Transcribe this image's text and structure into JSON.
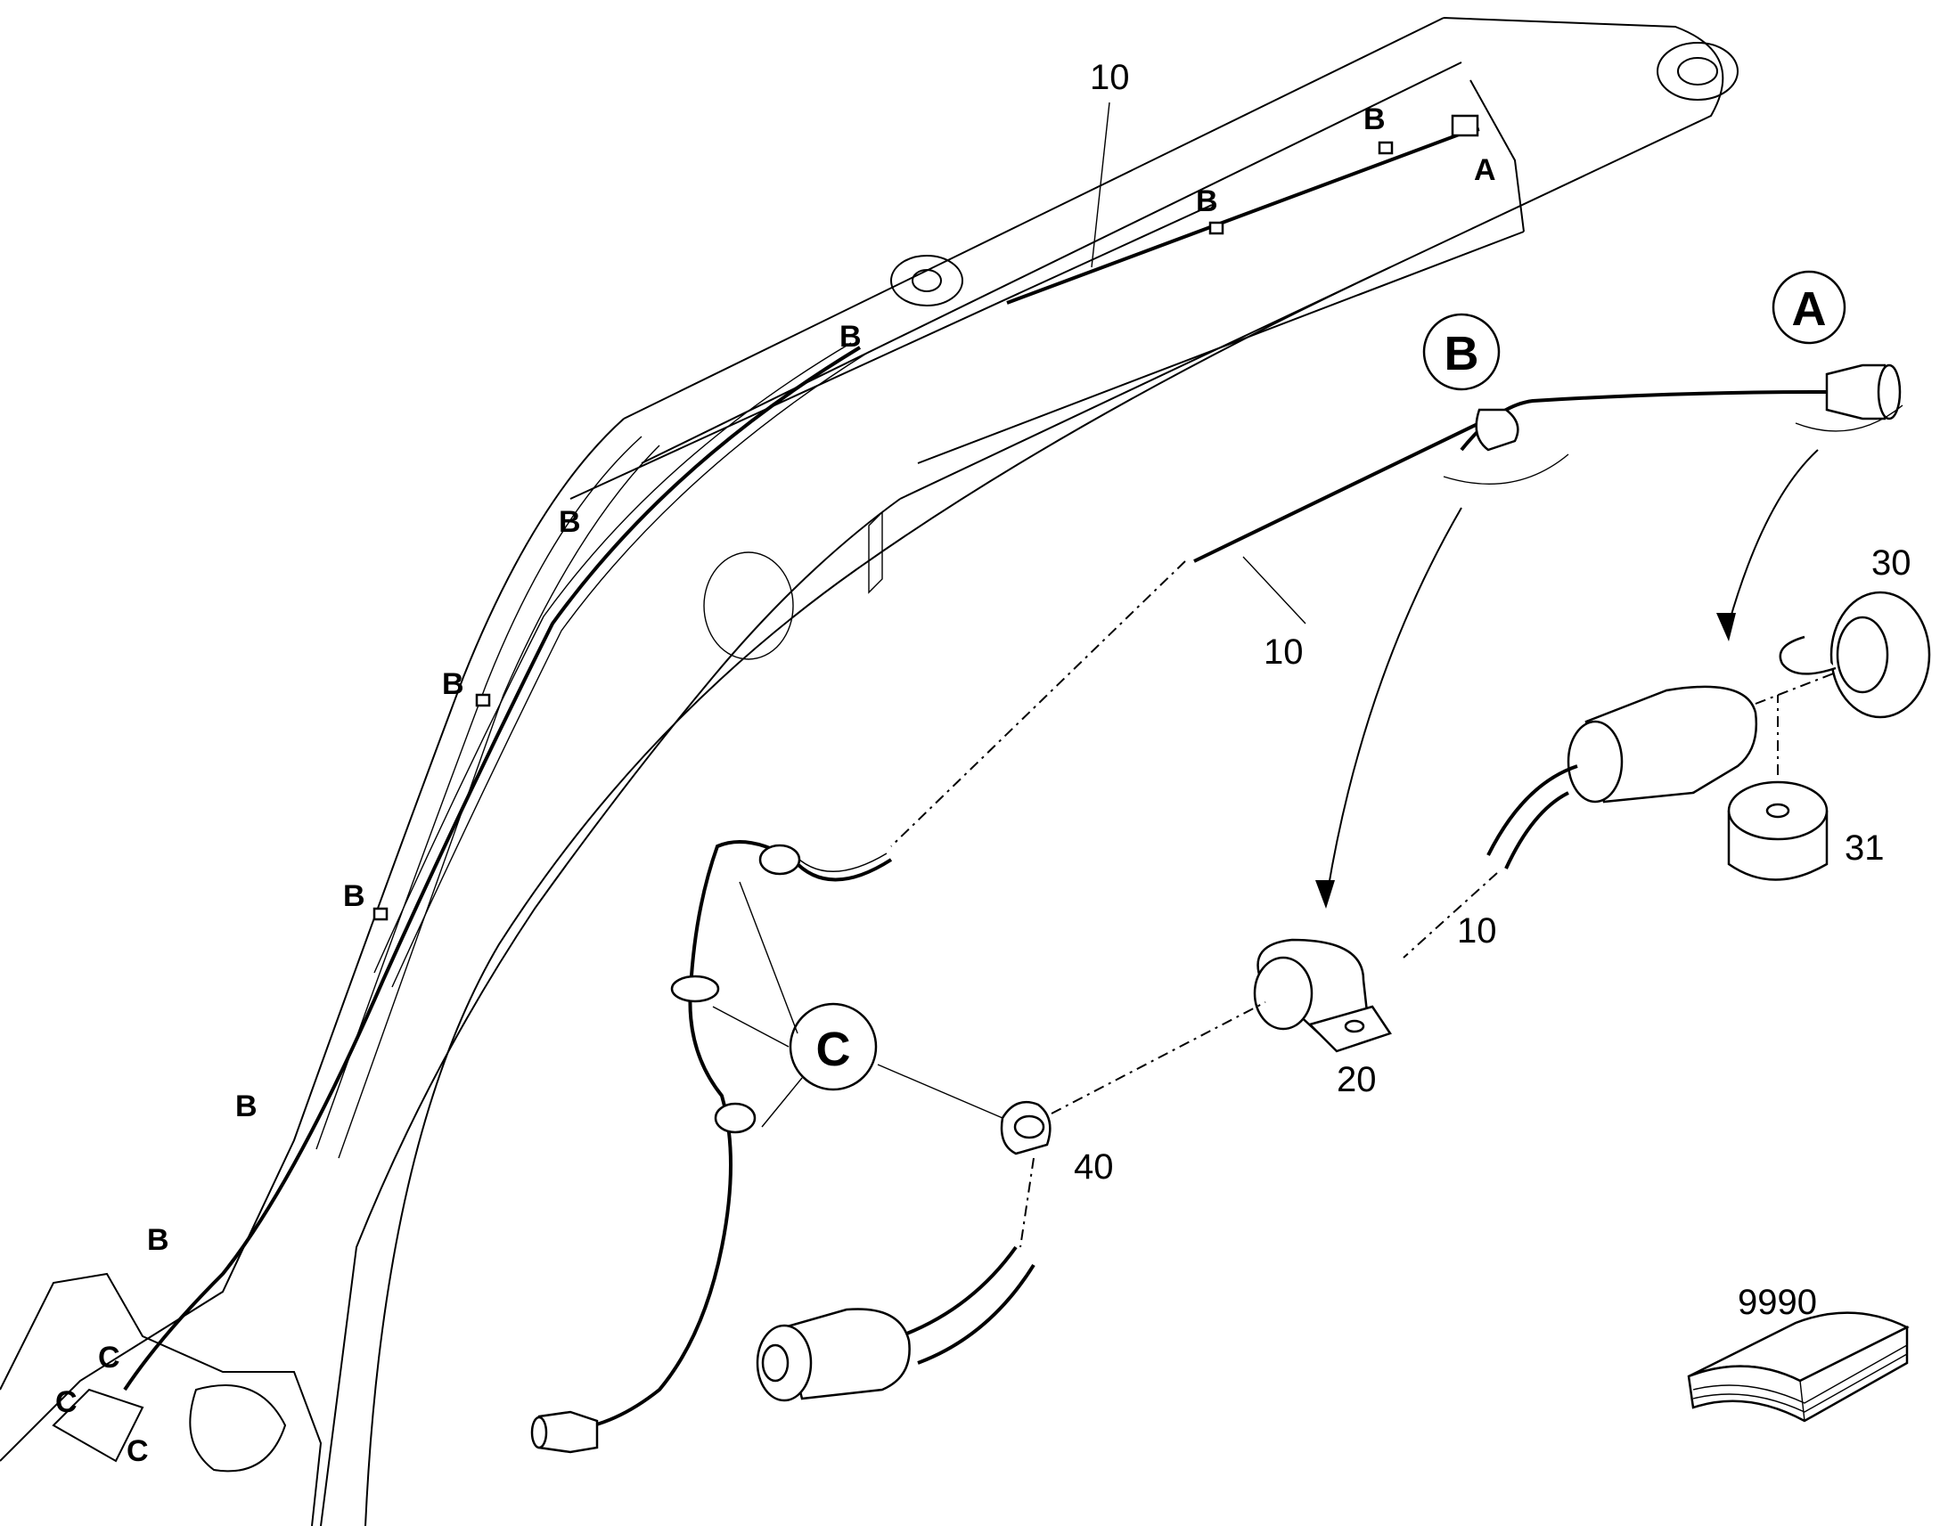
{
  "boom_labels": {
    "harness_top": "10",
    "connector_end": "A",
    "clip_1": "B",
    "clip_2": "B",
    "clip_3": "B",
    "clip_4": "B",
    "clip_5": "B",
    "clip_6": "B",
    "clip_7": "B",
    "clip_8": "B",
    "clamp_1": "C",
    "clamp_2": "C",
    "clamp_3": "C"
  },
  "detail_callouts": {
    "A": "A",
    "B": "B",
    "C": "C"
  },
  "parts": {
    "harness_upper": "10",
    "harness_lower": "10",
    "clamp": "20",
    "cover": "30",
    "seal": "31",
    "cable_tie": "40",
    "manual": "9990"
  }
}
